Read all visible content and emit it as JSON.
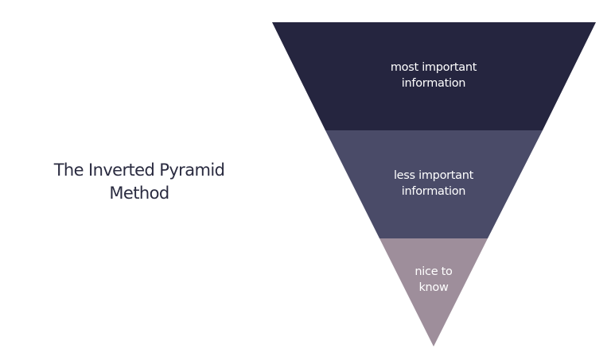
{
  "title": {
    "line1": "The Inverted Pyramid",
    "line2": "Method"
  },
  "layers": [
    {
      "line1": "most important",
      "line2": "information",
      "color": "#25253f"
    },
    {
      "line1": "less important",
      "line2": "information",
      "color": "#4a4b68"
    },
    {
      "line1": "nice to",
      "line2": "know",
      "color": "#9e8e9b"
    }
  ]
}
